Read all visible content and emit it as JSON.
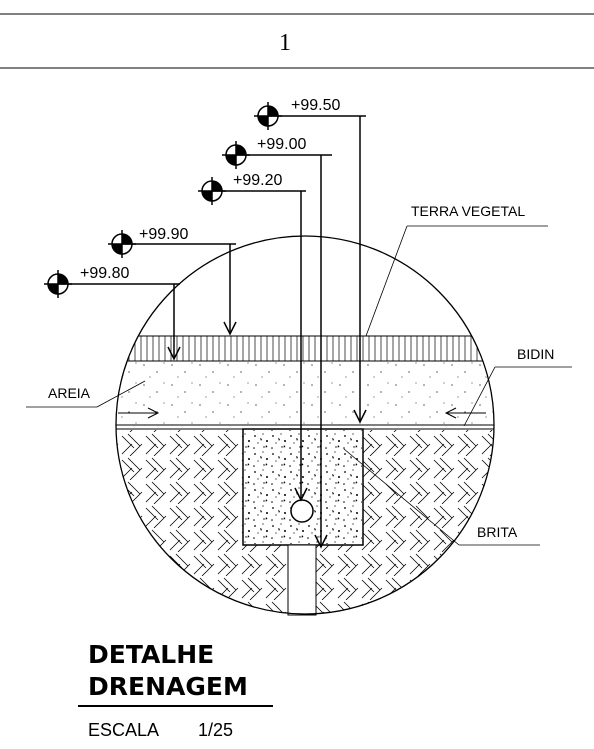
{
  "page": {
    "page_number": "1"
  },
  "elevations": [
    {
      "id": "e9950",
      "label": "+99.50"
    },
    {
      "id": "e9900",
      "label": "+99.00"
    },
    {
      "id": "e9920",
      "label": "+99.20"
    },
    {
      "id": "e9990",
      "label": "+99.90"
    },
    {
      "id": "e9980",
      "label": "+99.80"
    }
  ],
  "labels": {
    "terra_vegetal": "TERRA VEGETAL",
    "bidin": "BIDIN",
    "areia": "AREIA",
    "brita": "BRITA"
  },
  "title_block": {
    "line1": "DETALHE",
    "line2": "DRENAGEM",
    "scale_label": "ESCALA",
    "scale_value": "1/25"
  },
  "colors": {
    "line": "#000000",
    "background": "#ffffff"
  }
}
